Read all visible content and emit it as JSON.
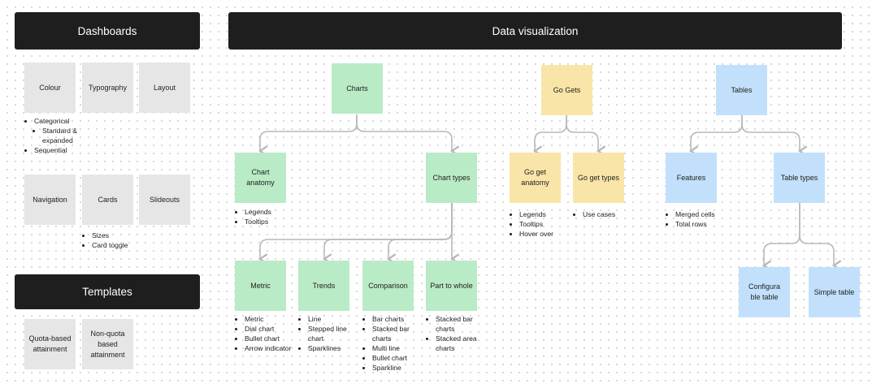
{
  "headers": {
    "dashboards": "Dashboards",
    "templates": "Templates",
    "data_viz": "Data visualization"
  },
  "dashboards": {
    "row1": [
      "Colour",
      "Typography",
      "Layout"
    ],
    "row2": [
      "Navigation",
      "Cards",
      "Slideouts"
    ],
    "colour_list": {
      "categorical": "Categorical",
      "standard_expanded": "Standard & expanded",
      "sequential": "Sequential"
    },
    "cards_list": [
      "Sizes",
      "Card toggle"
    ]
  },
  "templates": {
    "items": [
      "Quota-based attainment",
      "Non-quota based attainment"
    ]
  },
  "charts": {
    "root": "Charts",
    "anatomy": "Chart anatomy",
    "types": "Chart types",
    "anatomy_list": [
      "Legends",
      "Tooltips"
    ],
    "type_nodes": [
      "Metric",
      "Trends",
      "Comparison",
      "Part to whole"
    ],
    "metric_list": [
      "Metric",
      "Dial chart",
      "Bullet chart",
      "Arrow indicator"
    ],
    "trends_list": [
      "Line",
      "Stepped line chart",
      "Sparklines"
    ],
    "comparison_list": [
      "Bar charts",
      "Stacked bar charts",
      "Multi line",
      "Bullet chart",
      "Sparkline"
    ],
    "part_list": [
      "Stacked bar charts",
      "Stacked area charts"
    ]
  },
  "go_gets": {
    "root": "Go Gets",
    "anatomy": "Go get anatomy",
    "types": "Go get types",
    "anatomy_list": [
      "Legends",
      "Tooltips",
      "Hover over"
    ],
    "types_list": [
      "Use cases"
    ]
  },
  "tables": {
    "root": "Tables",
    "features": "Features",
    "types": "Table types",
    "features_list": [
      "Merged cells",
      "Total rows"
    ],
    "configurable": "Configura ble table",
    "simple": "Simple table"
  },
  "colors": {
    "header_bg": "#1e1e1e",
    "gray_note": "#e6e6e6",
    "green_note": "#b9ebc6",
    "yellow_note": "#f8e5a7",
    "blue_note": "#c2e0fb",
    "connector": "#b8b8b8"
  }
}
